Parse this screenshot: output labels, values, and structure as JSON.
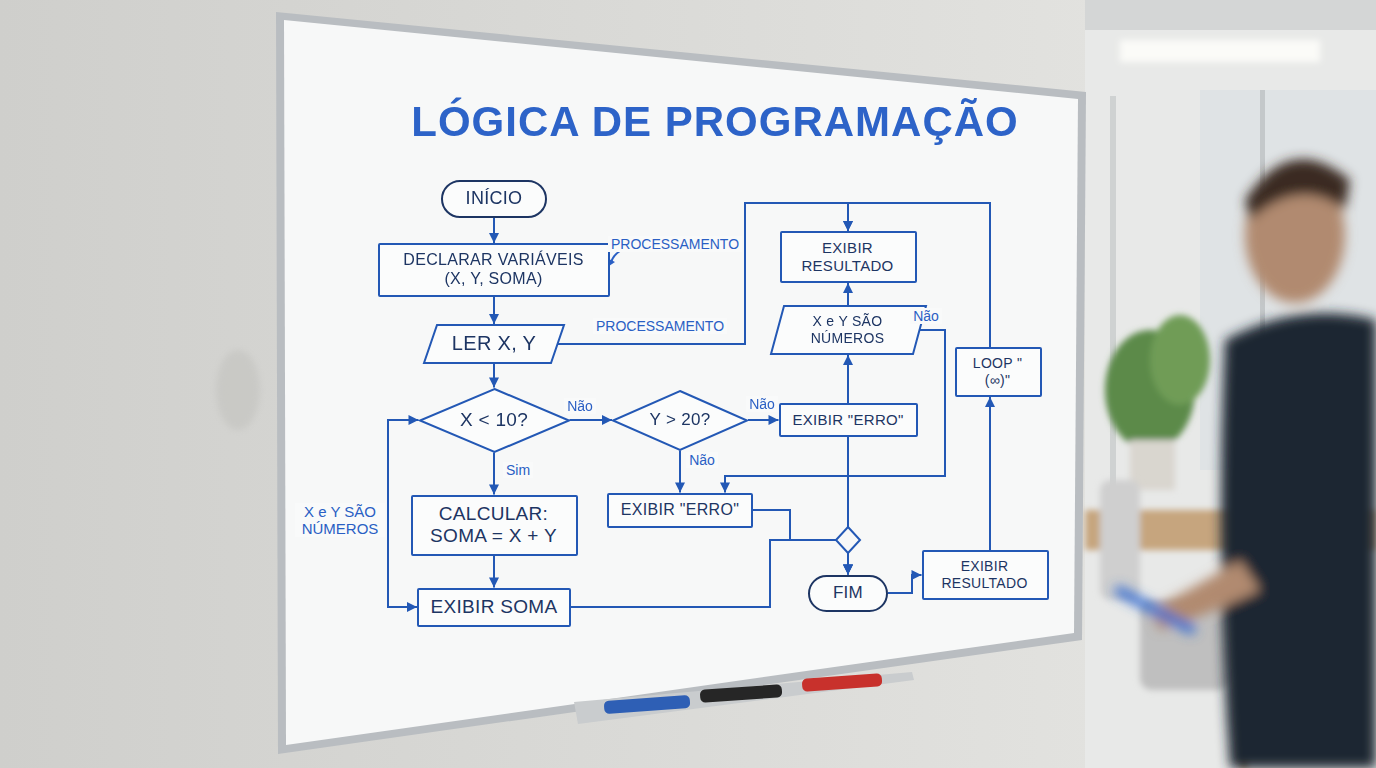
{
  "diagram": {
    "title": "LÓGICA DE PROGRAMAÇÃO",
    "nodes": [
      {
        "text": [
          "INÍCIO"
        ]
      },
      {
        "text": [
          "DECLARAR VARIÁVEIS (X, Y, SOMA)"
        ]
      },
      {
        "text": [
          "LER X, Y"
        ]
      },
      {
        "text": [
          "X < 10?"
        ]
      },
      {
        "text": [
          "CALCULAR: SOMA = X + Y"
        ]
      },
      {
        "text": [
          "EXIBIR SOMA"
        ]
      },
      {
        "text": [
          "Y > 20?"
        ]
      },
      {
        "text": [
          "EXIBIR \"ERRO\""
        ]
      },
      {
        "text": [
          "EXIBIR RESULTADO"
        ]
      },
      {
        "text": [
          "X e Y SÃO NÚMEROS"
        ]
      },
      {
        "text": [
          "EXIBIR \"ERRO\""
        ]
      },
      {
        "text": [
          "FIM"
        ]
      },
      {
        "text": [
          "EXIBIR RESULTADO"
        ]
      },
      {
        "text": [
          "LOOP \"(∞)\""
        ]
      }
    ],
    "edges": [
      {
        "from": 0,
        "to": 1,
        "arrow": "to"
      },
      {
        "from": 1,
        "to": 2,
        "arrow": "to"
      },
      {
        "from": 2,
        "to": 3,
        "arrow": "to"
      },
      {
        "from": 3,
        "to": 4,
        "label": "Sim",
        "arrow": "to"
      },
      {
        "from": 4,
        "to": 5,
        "arrow": "to"
      },
      {
        "from": 3,
        "to": 6,
        "label": "Não",
        "arrow": "to"
      },
      {
        "from": 6,
        "to": 10,
        "label": "Não",
        "arrow": "to"
      },
      {
        "from": 6,
        "to": 7,
        "label": "Não",
        "arrow": "to"
      },
      {
        "from": 5,
        "to": 11,
        "arrow": "to"
      },
      {
        "from": 7,
        "to": 11,
        "arrow": "to"
      },
      {
        "from": 10,
        "to": 11,
        "arrow": "to"
      },
      {
        "from": 11,
        "to": 12,
        "arrow": "to"
      },
      {
        "from": 12,
        "to": 13,
        "arrow": "to"
      },
      {
        "from": 13,
        "to": 8,
        "arrow": "to"
      },
      {
        "from": 2,
        "to": 8,
        "label": "PROCESSAMENTO",
        "arrow": "to"
      },
      {
        "from": 9,
        "to": 8,
        "arrow": "to"
      },
      {
        "from": 10,
        "to": 9,
        "arrow": "to"
      },
      {
        "from": 9,
        "to": 7,
        "label": "Não",
        "arrow": "to"
      },
      {
        "from": 3,
        "to": 5,
        "label": "X e Y SÃO NÚMEROS",
        "arrow": "both"
      }
    ],
    "labels": [
      "PROCESSAMENTO"
    ]
  }
}
